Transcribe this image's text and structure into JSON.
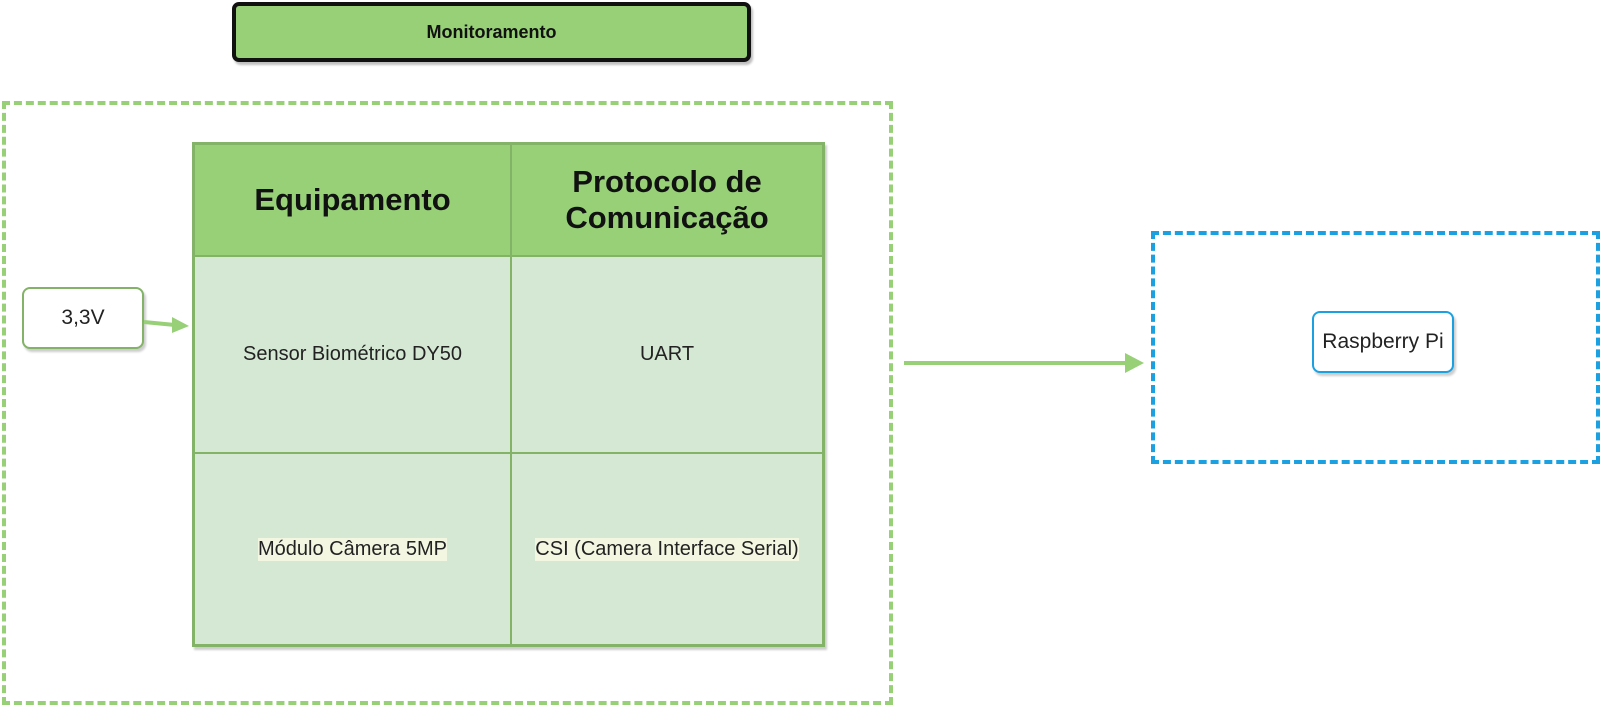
{
  "title": "Monitoramento",
  "power": {
    "label": "3,3V"
  },
  "target": {
    "label": "Raspberry Pi"
  },
  "table": {
    "headers": [
      "Equipamento",
      "Protocolo de Comunicação"
    ],
    "rows": [
      {
        "equipment": "Sensor Biométrico DY50",
        "protocol": "UART"
      },
      {
        "equipment": "Módulo Câmera 5MP",
        "protocol": "CSI (Camera Interface Serial)"
      }
    ]
  },
  "colors": {
    "green_fill": "#97d077",
    "green_stroke": "#82b366",
    "light_green": "#d5e8d4",
    "blue": "#1ba1e2"
  }
}
